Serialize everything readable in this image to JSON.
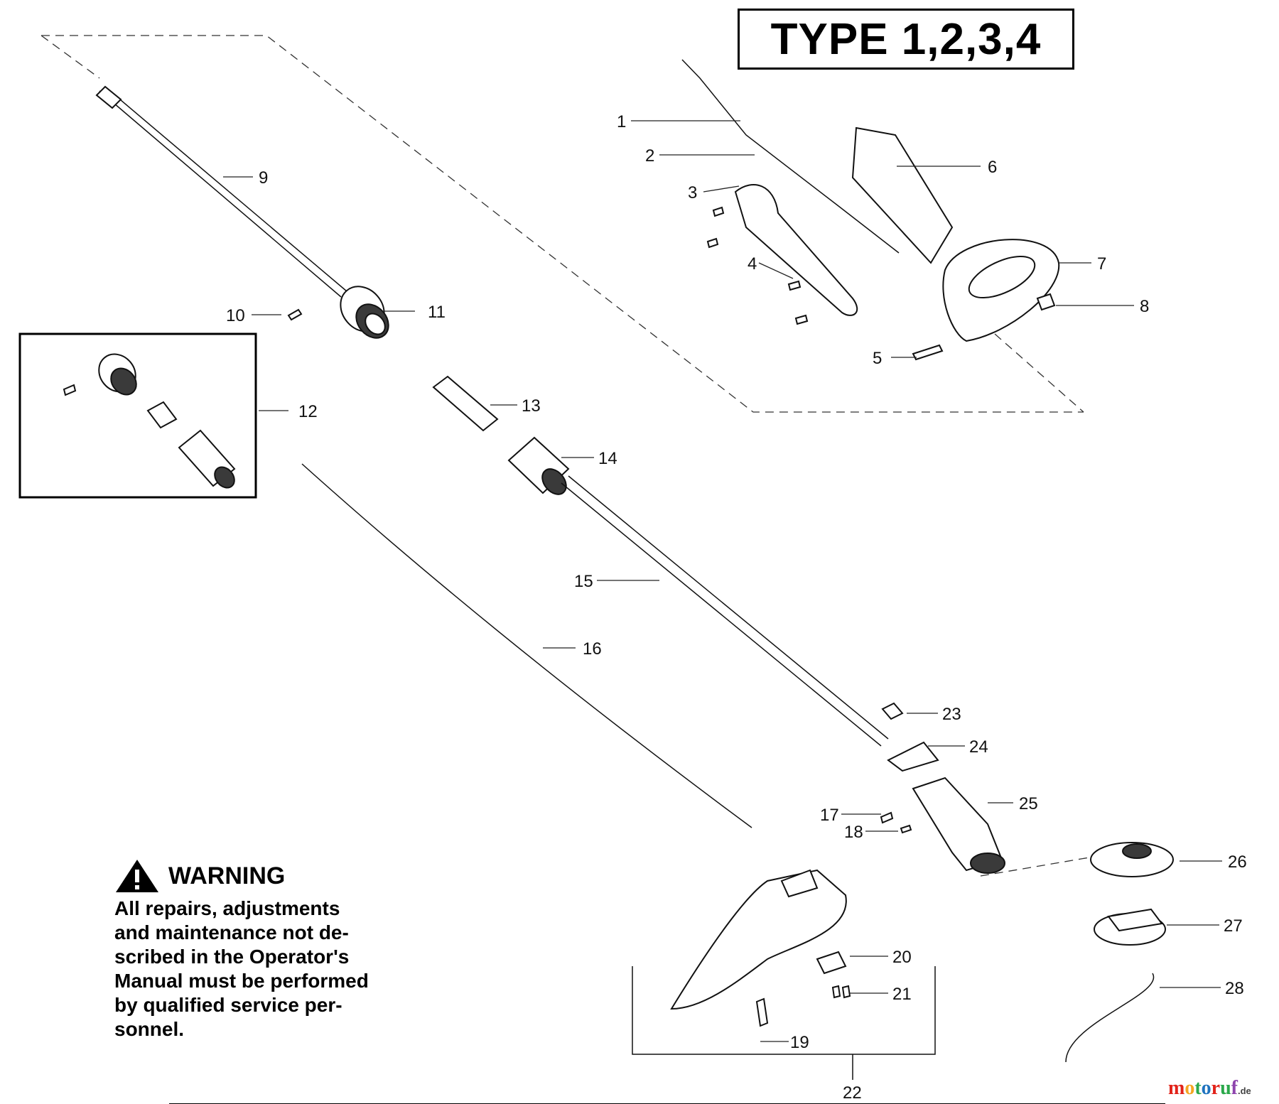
{
  "header": {
    "title": "TYPE 1,2,3,4"
  },
  "warning": {
    "icon": "warning-triangle-icon",
    "title": "WARNING",
    "lines": [
      "All repairs, adjustments",
      "and maintenance not de-",
      "scribed in the Operator's",
      "Manual must be performed",
      "by qualified service per-",
      "sonnel."
    ]
  },
  "callouts": [
    "1",
    "2",
    "3",
    "4",
    "5",
    "6",
    "7",
    "8",
    "9",
    "10",
    "11",
    "12",
    "13",
    "14",
    "15",
    "16",
    "17",
    "18",
    "19",
    "20",
    "21",
    "22",
    "23",
    "24",
    "25",
    "26",
    "27",
    "28"
  ],
  "brand": {
    "parts": [
      "m",
      "o",
      "t",
      "o",
      "r",
      "u",
      "f"
    ],
    "suffix": ".de"
  }
}
